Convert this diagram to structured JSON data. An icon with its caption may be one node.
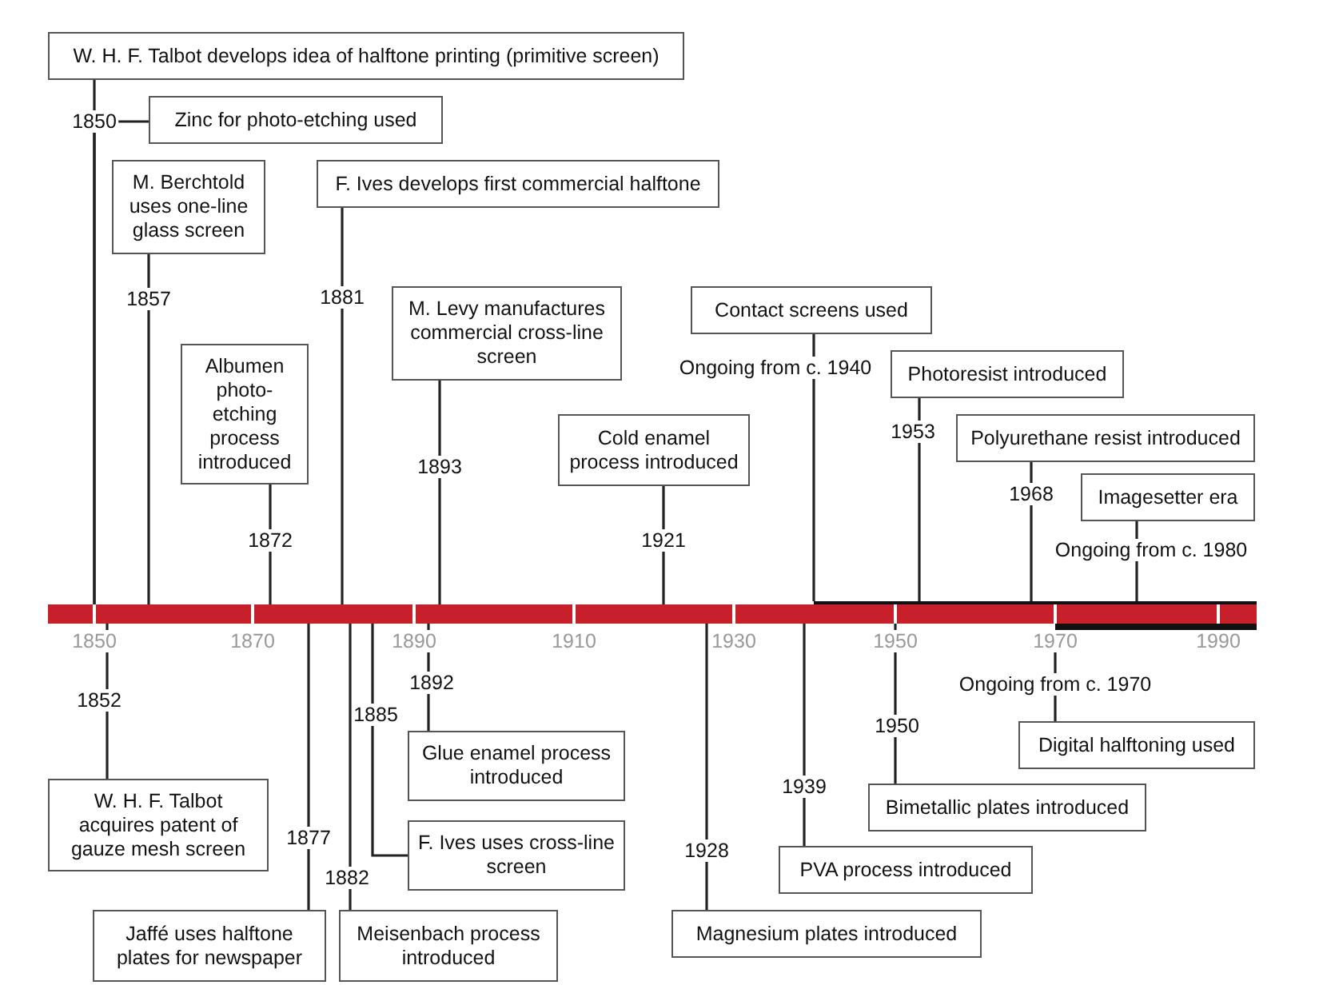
{
  "diagram": {
    "nodes": [
      {
        "text": [
          "W. H. F. Talbot develops idea of halftone printing (primitive screen)"
        ]
      },
      {
        "text": [
          "Zinc for photo-etching used"
        ]
      },
      {
        "text": [
          "M. Berchtold uses one-line glass screen"
        ]
      },
      {
        "text": [
          "F. Ives develops first commercial halftone"
        ]
      },
      {
        "text": [
          "Albumen photo-etching process introduced"
        ]
      },
      {
        "text": [
          "M. Levy manufactures commercial cross-line screen"
        ]
      },
      {
        "text": [
          "Contact screens used"
        ]
      },
      {
        "text": [
          "Cold enamel process introduced"
        ]
      },
      {
        "text": [
          "Photoresist introduced"
        ]
      },
      {
        "text": [
          "Polyurethane resist introduced"
        ]
      },
      {
        "text": [
          "Imagesetter era"
        ]
      },
      {
        "text": [],
        "shape": "bar"
      },
      {
        "text": [
          "W. H. F. Talbot acquires patent of gauze mesh screen"
        ]
      },
      {
        "text": [
          "Jaffé uses halftone plates for newspaper"
        ]
      },
      {
        "text": [
          "Meisenbach process introduced"
        ]
      },
      {
        "text": [
          "F. Ives uses cross-line screen"
        ]
      },
      {
        "text": [
          "Glue enamel process introduced"
        ]
      },
      {
        "text": [
          "Magnesium plates introduced"
        ]
      },
      {
        "text": [
          "PVA process introduced"
        ]
      },
      {
        "text": [
          "Bimetallic plates introduced"
        ]
      },
      {
        "text": [
          "Digital halftoning used"
        ]
      }
    ],
    "edges": [
      {
        "from": 0,
        "to": 11,
        "arrow": "none",
        "label": "1850"
      },
      {
        "from": 1,
        "to": 11,
        "arrow": "none"
      },
      {
        "from": 2,
        "to": 11,
        "arrow": "none",
        "label": "1857"
      },
      {
        "from": 3,
        "to": 11,
        "arrow": "none",
        "label": "1881"
      },
      {
        "from": 4,
        "to": 11,
        "arrow": "none",
        "label": "1872"
      },
      {
        "from": 5,
        "to": 11,
        "arrow": "none",
        "label": "1893"
      },
      {
        "from": 6,
        "to": 11,
        "arrow": "none",
        "label": "Ongoing from c. 1940"
      },
      {
        "from": 7,
        "to": 11,
        "arrow": "none",
        "label": "1921"
      },
      {
        "from": 8,
        "to": 11,
        "arrow": "none",
        "label": "1953"
      },
      {
        "from": 9,
        "to": 11,
        "arrow": "none",
        "label": "1968"
      },
      {
        "from": 10,
        "to": 11,
        "arrow": "none",
        "label": "Ongoing from c. 1980"
      },
      {
        "from": 12,
        "to": 11,
        "arrow": "none",
        "label": "1852"
      },
      {
        "from": 13,
        "to": 11,
        "arrow": "none",
        "label": "1877"
      },
      {
        "from": 14,
        "to": 11,
        "arrow": "none",
        "label": "1882"
      },
      {
        "from": 15,
        "to": 11,
        "arrow": "none",
        "label": "1885"
      },
      {
        "from": 16,
        "to": 11,
        "arrow": "none",
        "label": "1892"
      },
      {
        "from": 17,
        "to": 11,
        "arrow": "none",
        "label": "1928"
      },
      {
        "from": 18,
        "to": 11,
        "arrow": "none",
        "label": "1939"
      },
      {
        "from": 19,
        "to": 11,
        "arrow": "none",
        "label": "1950"
      },
      {
        "from": 20,
        "to": 11,
        "arrow": "none",
        "label": "Ongoing from c. 1970"
      }
    ],
    "labels": [
      "1850",
      "1870",
      "1890",
      "1910",
      "1930",
      "1950",
      "1970",
      "1990"
    ]
  }
}
